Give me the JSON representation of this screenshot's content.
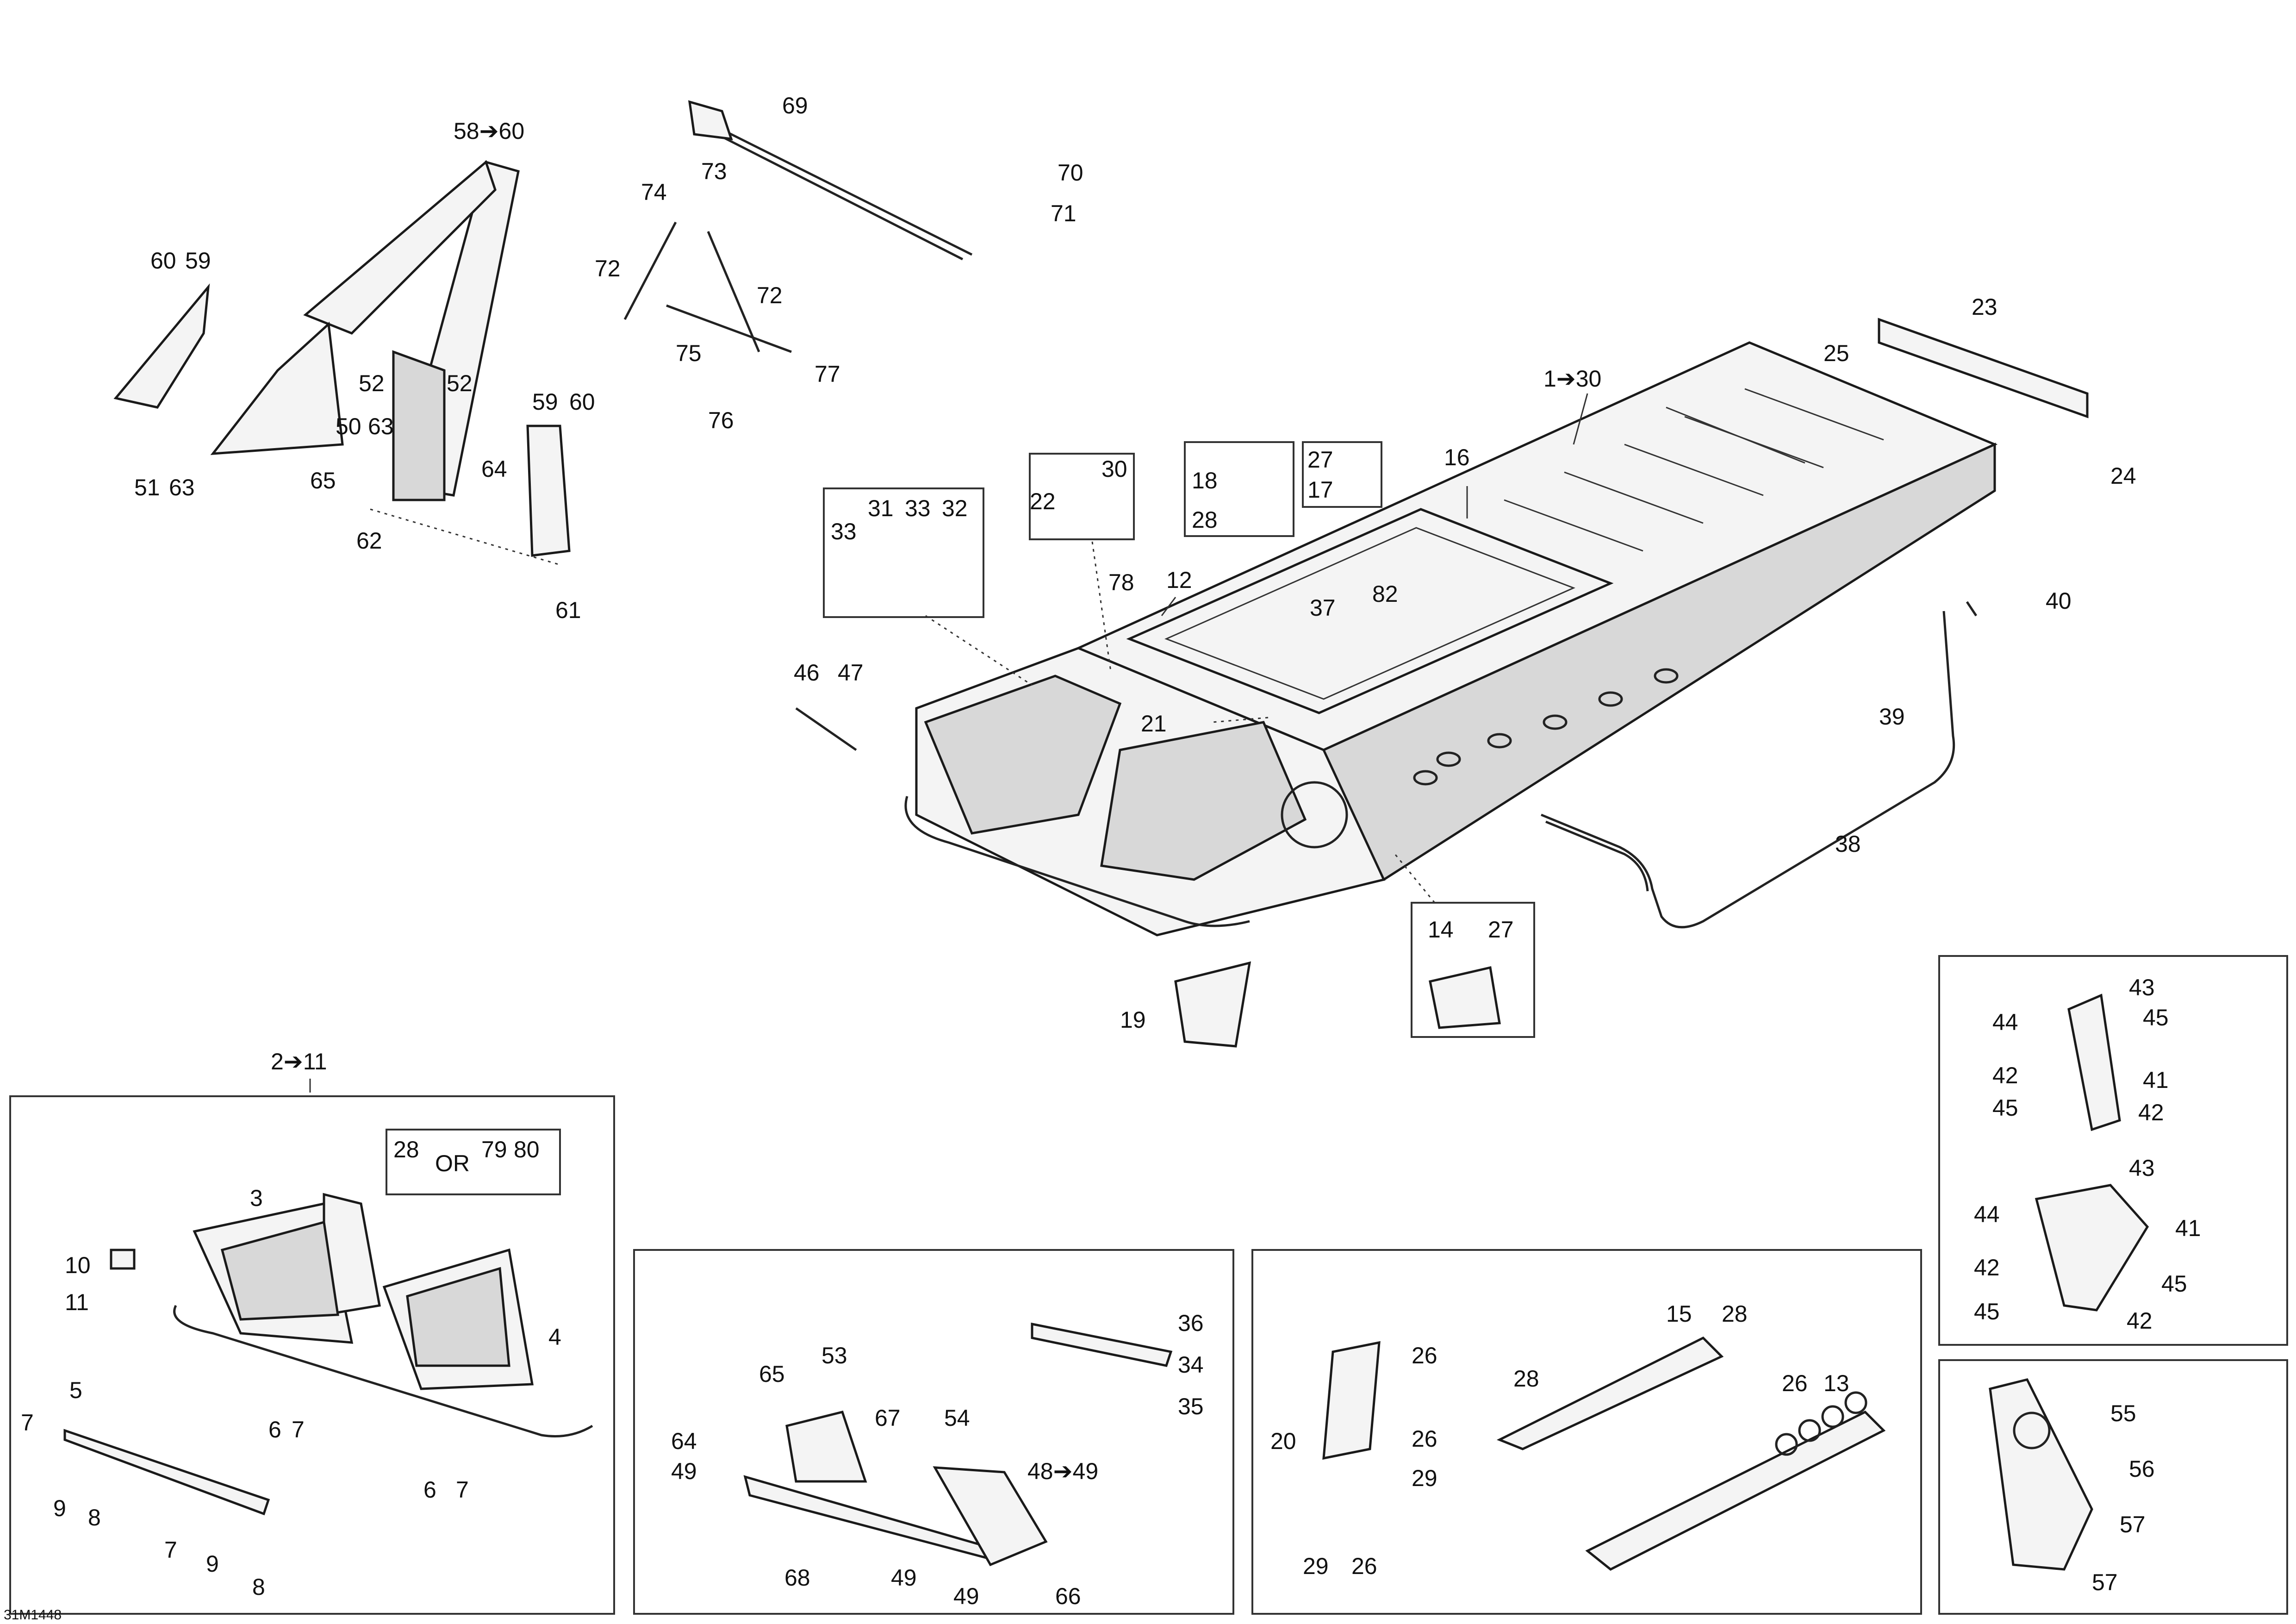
{
  "diagram_id": "31M1448",
  "callouts": {
    "c1_30": "1➔30",
    "c2_11": "2➔11",
    "c58_60": "58➔60",
    "c48_49": "48➔49",
    "c3": "3",
    "c4": "4",
    "c5": "5",
    "c6": "6",
    "c7": "7",
    "c8": "8",
    "c9": "9",
    "c10": "10",
    "c11": "11",
    "c12": "12",
    "c13": "13",
    "c14": "14",
    "c15": "15",
    "c16": "16",
    "c17": "17",
    "c18": "18",
    "c19": "19",
    "c20": "20",
    "c21": "21",
    "c22": "22",
    "c23": "23",
    "c24": "24",
    "c25": "25",
    "c26": "26",
    "c27": "27",
    "c28": "28",
    "c29": "29",
    "c30": "30",
    "c31": "31",
    "c32": "32",
    "c33": "33",
    "c34": "34",
    "c35": "35",
    "c36": "36",
    "c37": "37",
    "c38": "38",
    "c39": "39",
    "c40": "40",
    "c41": "41",
    "c42": "42",
    "c43": "43",
    "c44": "44",
    "c45": "45",
    "c46": "46",
    "c47": "47",
    "c49": "49",
    "c50": "50",
    "c51": "51",
    "c52": "52",
    "c53": "53",
    "c54": "54",
    "c55": "55",
    "c56": "56",
    "c57": "57",
    "c59": "59",
    "c60": "60",
    "c61": "61",
    "c62": "62",
    "c63": "63",
    "c64": "64",
    "c65": "65",
    "c66": "66",
    "c67": "67",
    "c68": "68",
    "c69": "69",
    "c70": "70",
    "c71": "71",
    "c72": "72",
    "c73": "73",
    "c74": "74",
    "c75": "75",
    "c76": "76",
    "c77": "77",
    "c78": "78",
    "c79": "79",
    "c80": "80",
    "c82": "82",
    "or": "OR"
  }
}
